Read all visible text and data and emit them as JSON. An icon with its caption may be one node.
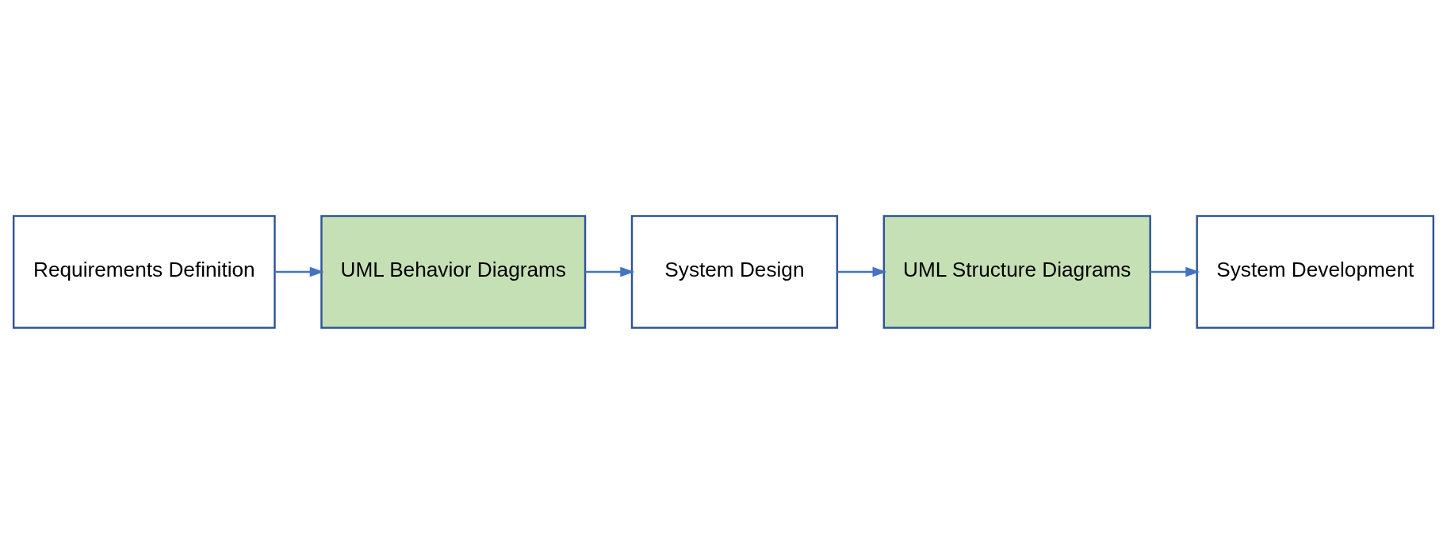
{
  "diagram": {
    "nodes": [
      {
        "text": [
          "Requirements Definition"
        ]
      },
      {
        "text": [
          "UML Behavior Diagrams"
        ]
      },
      {
        "text": [
          "System Design"
        ]
      },
      {
        "text": [
          "UML Structure Diagrams"
        ]
      },
      {
        "text": [
          "System Development"
        ]
      }
    ],
    "edges": [
      {
        "from": 0,
        "to": 1,
        "arrow": "to"
      },
      {
        "from": 1,
        "to": 2,
        "arrow": "to"
      },
      {
        "from": 2,
        "to": 3,
        "arrow": "to"
      },
      {
        "from": 3,
        "to": 4,
        "arrow": "to"
      }
    ]
  }
}
